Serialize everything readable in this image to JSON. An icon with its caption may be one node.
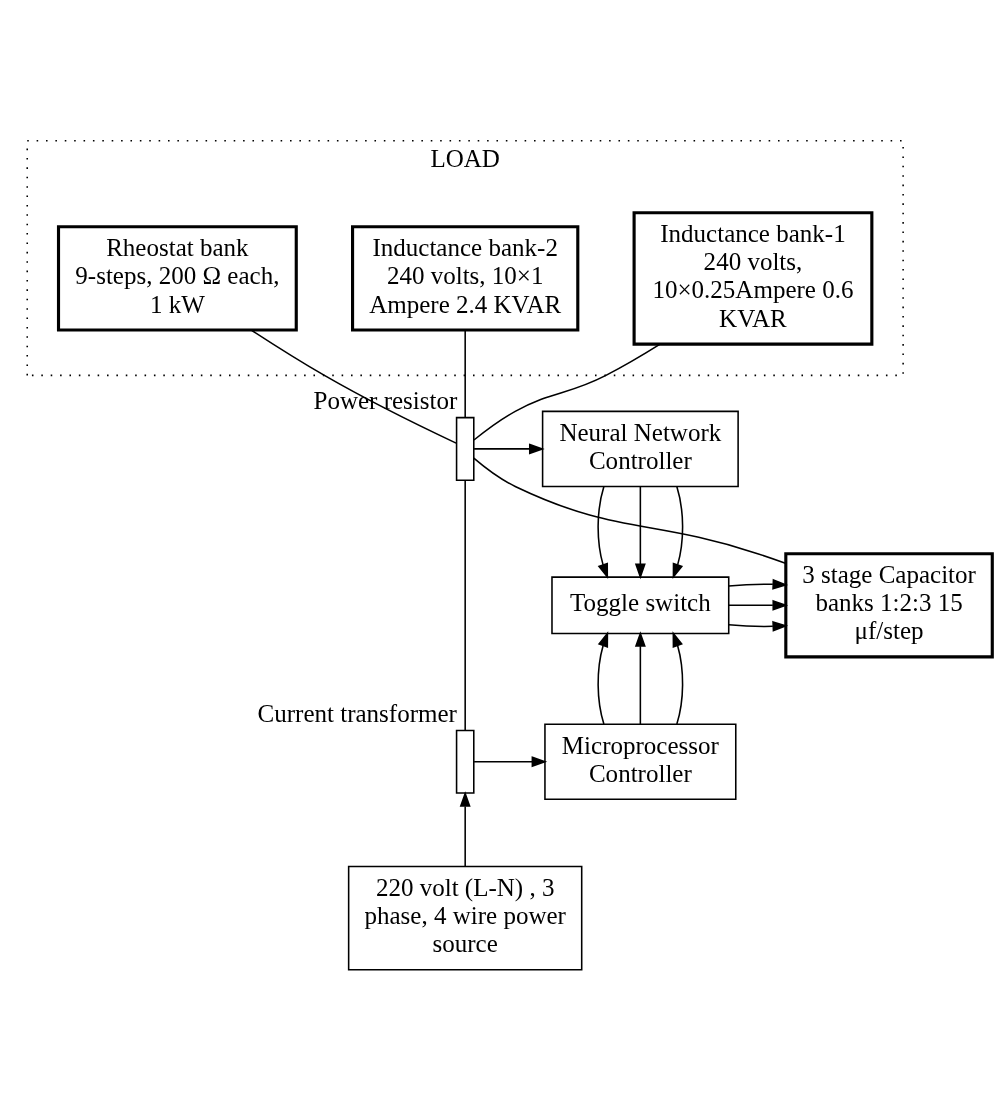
{
  "diagram": {
    "nodes": [
      {
        "text": [
          "LOAD"
        ]
      },
      {
        "text": [
          "Inductance bank-1 240 volts, 10×0.25Ampere 0.6 KVAR"
        ],
        "in": 0
      },
      {
        "text": [
          "Inductance bank-2 240 volts, 10×1 Ampere 2.4 KVAR"
        ],
        "in": 0
      },
      {
        "text": [
          "Rheostat bank 9-steps, 200 Ω each, 1 kW"
        ],
        "in": 0
      },
      {
        "text": [
          "Neural Network Controller"
        ]
      },
      {
        "text": [],
        "shape": "box",
        "beside": [
          "Power resistor"
        ]
      },
      {
        "text": [
          "Toggle switch"
        ]
      },
      {
        "text": [
          "3 stage Capacitor banks 1:2:3 15 μf/step"
        ]
      },
      {
        "text": [
          "Microprocessor Controller"
        ]
      },
      {
        "text": [],
        "shape": "box",
        "beside": [
          "Current transformer"
        ]
      },
      {
        "text": [
          "220 volt (L-N) , 3 phase, 4 wire power source"
        ]
      }
    ],
    "edges": [
      {
        "from": 1,
        "to": 5,
        "arrow": "none"
      },
      {
        "from": 2,
        "to": 5,
        "arrow": "none"
      },
      {
        "from": 3,
        "to": 5,
        "arrow": "none"
      },
      {
        "from": 5,
        "to": 4,
        "arrow": "to"
      },
      {
        "from": 5,
        "to": 9,
        "arrow": "none"
      },
      {
        "from": 7,
        "to": 5,
        "arrow": "none"
      },
      {
        "from": 4,
        "to": 6,
        "arrow": "to"
      },
      {
        "from": 4,
        "to": 6,
        "arrow": "to"
      },
      {
        "from": 4,
        "to": 6,
        "arrow": "to"
      },
      {
        "from": 6,
        "to": 7,
        "arrow": "to"
      },
      {
        "from": 6,
        "to": 7,
        "arrow": "to"
      },
      {
        "from": 6,
        "to": 7,
        "arrow": "to"
      },
      {
        "from": 8,
        "to": 6,
        "arrow": "to"
      },
      {
        "from": 8,
        "to": 6,
        "arrow": "to"
      },
      {
        "from": 8,
        "to": 6,
        "arrow": "to"
      },
      {
        "from": 9,
        "to": 8,
        "arrow": "to"
      },
      {
        "from": 10,
        "to": 9,
        "arrow": "to"
      }
    ]
  }
}
